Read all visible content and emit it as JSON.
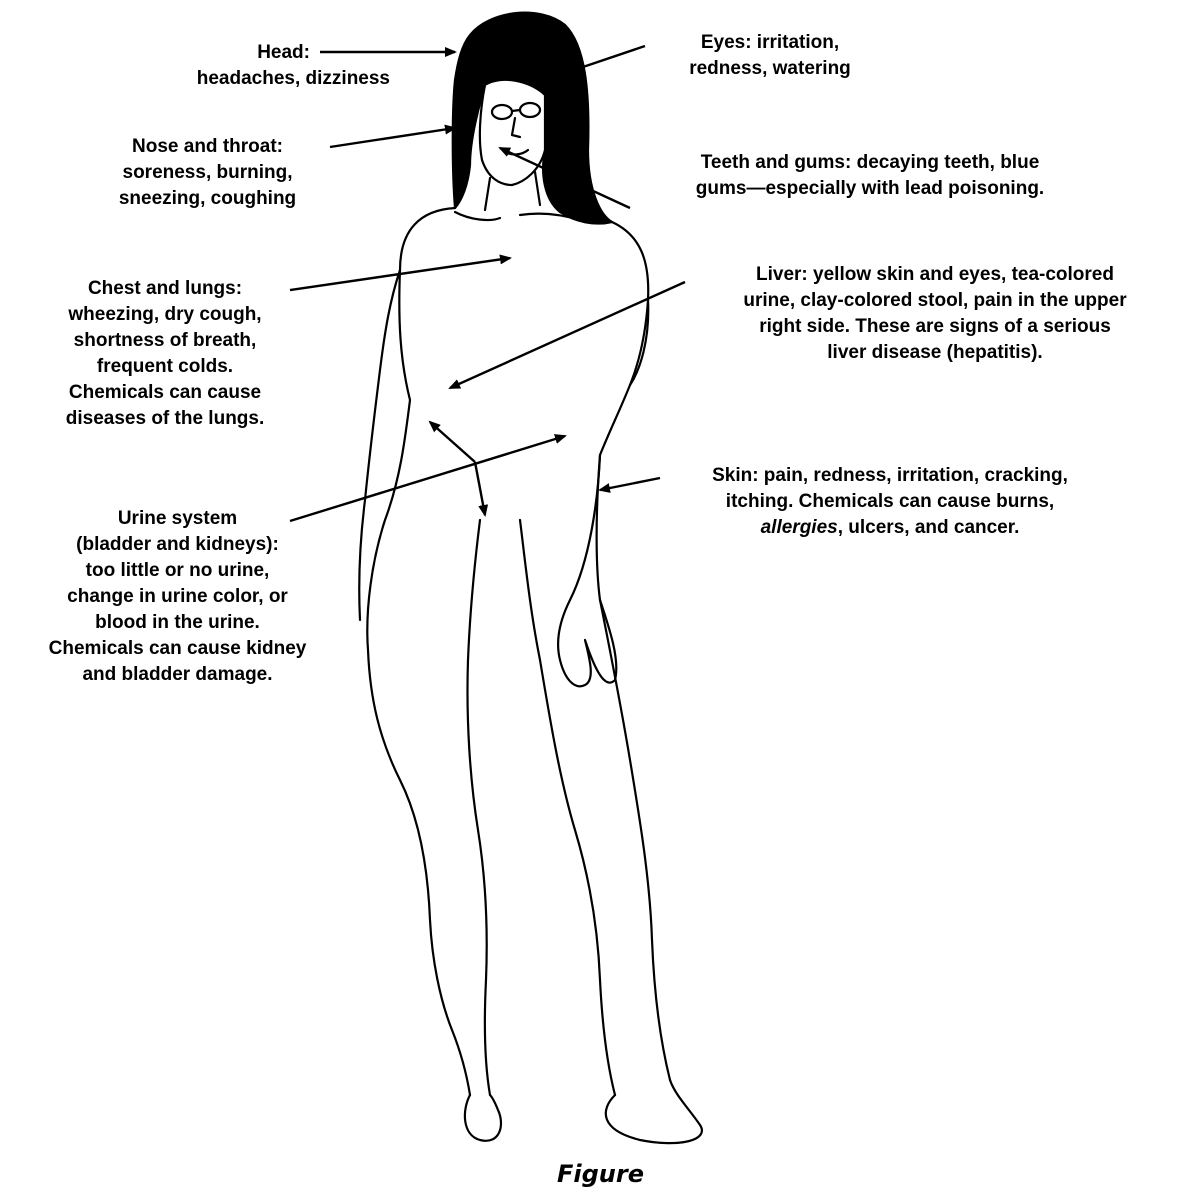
{
  "labels": {
    "head": {
      "term": "Head",
      "suffix": ":",
      "lines": [
        "headaches, dizziness"
      ]
    },
    "eyes": {
      "term": "Eyes",
      "first_line_rest": ": irritation,",
      "lines": [
        "redness, watering"
      ]
    },
    "nose_throat": {
      "term": "Nose and throat",
      "suffix": ":",
      "lines": [
        "soreness, burning,",
        "sneezing, coughing"
      ]
    },
    "teeth_gums": {
      "term": "Teeth and gums",
      "first_line_rest": ": decaying teeth, blue",
      "lines": [
        "gums—especially with lead poisoning."
      ]
    },
    "chest_lungs": {
      "term": "Chest and lungs",
      "suffix": ":",
      "lines": [
        "wheezing, dry cough,",
        "shortness of breath,",
        "frequent colds.",
        "Chemicals can cause",
        "diseases of the lungs."
      ]
    },
    "liver": {
      "term": "Liver",
      "first_line_rest": ": yellow skin and eyes, tea-colored",
      "lines": [
        "urine, clay-colored stool, pain in the upper",
        "right side.  These are signs of a serious",
        "liver disease (hepatitis)."
      ]
    },
    "skin": {
      "term": "Skin",
      "first_line_rest": ": pain, redness, irritation, cracking,",
      "line2": "itching.  Chemicals can cause burns,",
      "line3_italic": "allergies",
      "line3_rest": ", ulcers, and cancer."
    },
    "urine": {
      "term_line1": "Urine system",
      "term_line2": "(bladder and kidneys)",
      "suffix": ":",
      "lines": [
        "too little or no urine,",
        "change in urine color, or",
        "blood in the urine.",
        "Chemicals can cause kidney",
        "and bladder damage."
      ]
    }
  },
  "caption": "Figure"
}
